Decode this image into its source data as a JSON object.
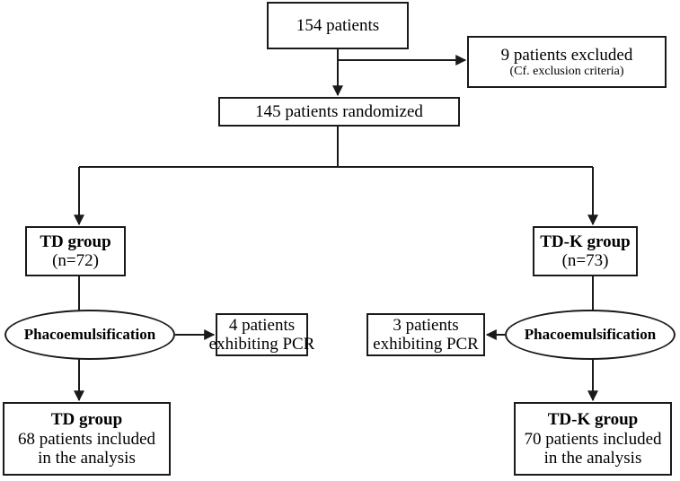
{
  "diagram": {
    "type": "consort-flow-diagram",
    "line_color": "#1a1a1a",
    "background": "#ffffff",
    "nodes": {
      "total": {
        "line1": "154 patients"
      },
      "excluded": {
        "line1": "9 patients excluded",
        "line2": "(Cf. exclusion criteria)"
      },
      "randomized": {
        "line1": "145 patients randomized"
      },
      "td_group": {
        "line1": "TD group",
        "line2": "(n=72)"
      },
      "tdk_group": {
        "line1": "TD-K group",
        "line2": "(n=73)"
      },
      "phaco_left": {
        "label": "Phacoemulsification"
      },
      "phaco_right": {
        "label": "Phacoemulsification"
      },
      "pcr_left": {
        "line1": "4 patients",
        "line2": "exhibiting PCR"
      },
      "pcr_right": {
        "line1": "3 patients",
        "line2": "exhibiting PCR"
      },
      "result_left": {
        "line1": "TD group",
        "line2": "68 patients included",
        "line3": "in the analysis"
      },
      "result_right": {
        "line1": "TD-K group",
        "line2": "70 patients included",
        "line3": "in the analysis"
      }
    }
  }
}
